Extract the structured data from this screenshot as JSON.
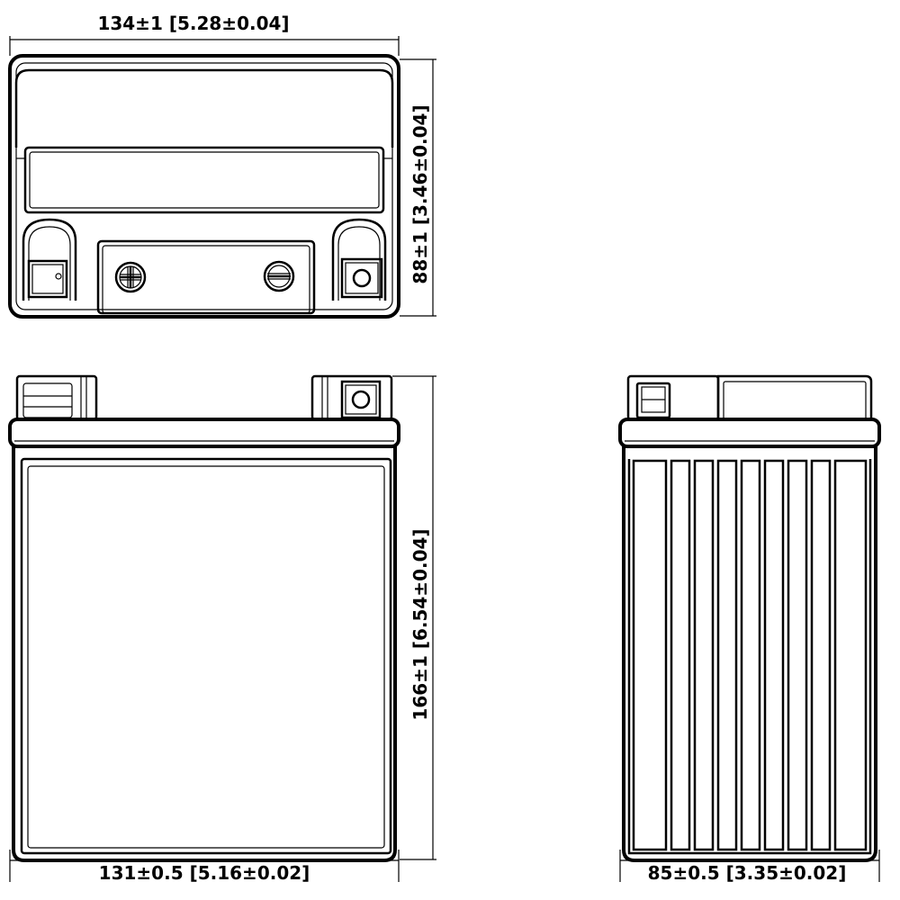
{
  "dimensions": {
    "top_width": "134±1 [5.28±0.04]",
    "top_depth": "88±1 [3.46±0.04]",
    "front_height": "166±1 [6.54±0.04]",
    "front_width": "131±0.5 [5.16±0.02]",
    "side_width": "85±0.5 [3.35±0.02]"
  },
  "colors": {
    "line": "#000000",
    "background": "#ffffff"
  }
}
